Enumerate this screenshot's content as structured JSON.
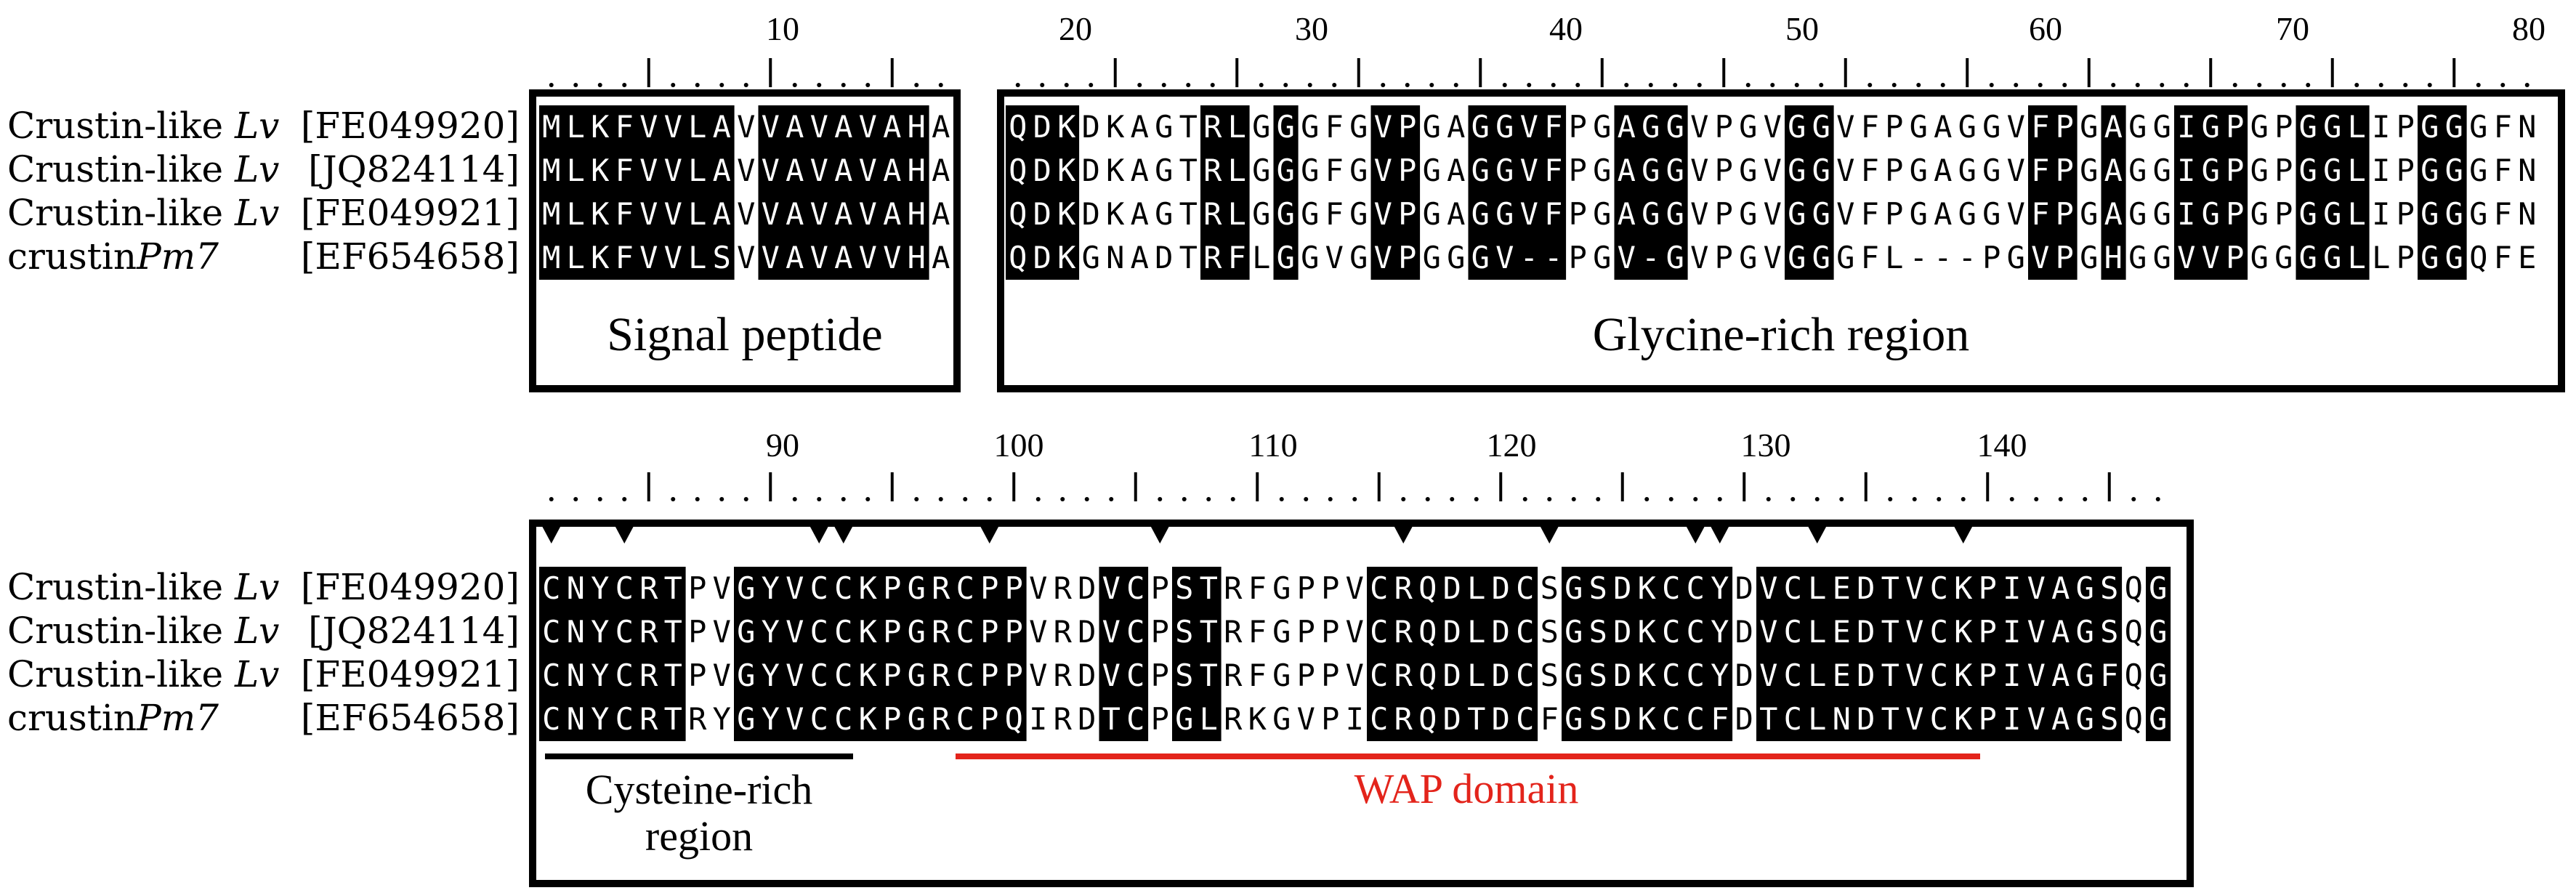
{
  "blocks": [
    {
      "id": "block1",
      "sequences": [
        {
          "name": "Crustin-like ",
          "species": "Lv",
          "accession": "[FE049920]",
          "segments": [
            "MLKFVVLAVVAVAVAHA",
            "QDKDKAGTRLGGGFGVPGAGGVFPGAGGVPGVGGVFPGAGGVFPGAGGIGPGPGGLIPGGGFN"
          ]
        },
        {
          "name": "Crustin-like ",
          "species": "Lv",
          "accession": "[JQ824114]",
          "segments": [
            "MLKFVVLAVVAVAVAHA",
            "QDKDKAGTRLGGGFGVPGAGGVFPGAGGVPGVGGVFPGAGGVFPGAGGIGPGPGGLIPGGGFN"
          ]
        },
        {
          "name": "Crustin-like ",
          "species": "Lv",
          "accession": "[FE049921]",
          "segments": [
            "MLKFVVLAVVAVAVAHA",
            "QDKDKAGTRLGGGFGVPGAGGVFPGAGGVPGVGGVFPGAGGVFPGAGGIGPGPGGLIPGGGFN"
          ]
        },
        {
          "name": "crustin",
          "species": "Pm7",
          "accession": "[EF654658]",
          "segments": [
            "MLKFVVLSVVAVAVVHA",
            "QDKGNADTRFLGGVGVPGGGV--PGV-GVPGVGGGFL---PGVPGHGGVVPGGGGLLPGGQFE"
          ]
        }
      ],
      "highlight_masks": [
        "11111111011111110111",
        "11100000110100011001111001110000110000000011010011100111001100011"
      ],
      "ruler_numbers": [
        "10",
        "20",
        "30",
        "40",
        "50",
        "60",
        "70",
        "80"
      ],
      "regions": [
        "Signal peptide",
        "Glycine-rich region"
      ]
    },
    {
      "id": "block2",
      "sequences": [
        {
          "name": "Crustin-like ",
          "species": "Lv",
          "accession": "[FE049920]",
          "segment": "CNYCRTPVGYVCCKPGRCPPVRDVCPSTRFGPPVCRQDLDCSGSDKCCYDVCLEDTVCKPIVAGSQG"
        },
        {
          "name": "Crustin-like ",
          "species": "Lv",
          "accession": "[JQ824114]",
          "segment": "CNYCRTPVGYVCCKPGRCPPVRDVCPSTRFGPPVCRQDLDCSGSDKCCYDVCLEDTVCKPIVAGSQG"
        },
        {
          "name": "Crustin-like ",
          "species": "Lv",
          "accession": "[FE049921]",
          "segment": "CNYCRTPVGYVCCKPGRCPPVRDVCPSTRFGPPVCRQDLDCSGSDKCCYDVCLEDTVCKPIVAGFQG"
        },
        {
          "name": "crustin",
          "species": "Pm7",
          "accession": "[EF654658]",
          "segment": "CNYCRTRYGYVCCKPGRCPQIRDTCPGLRKGVPICRQDTDCFGSDKCCFDTCLNDTVCKPIVAGSQG"
        }
      ],
      "highlight_mask": "1111110011111111111100011011000000111111101111111011111111111111101",
      "cysteine_positions": [
        1,
        4,
        12,
        13,
        19,
        26,
        36,
        42,
        48,
        49,
        53,
        59
      ],
      "ruler_numbers": [
        "90",
        "100",
        "110",
        "120",
        "130",
        "140"
      ],
      "regions": [
        "Cysteine-rich",
        "region",
        "WAP domain"
      ]
    }
  ],
  "colors": {
    "highlight": "#000000",
    "highlight_text": "#ffffff",
    "plain_text": "#000000",
    "wap_domain": "#e3241b"
  }
}
